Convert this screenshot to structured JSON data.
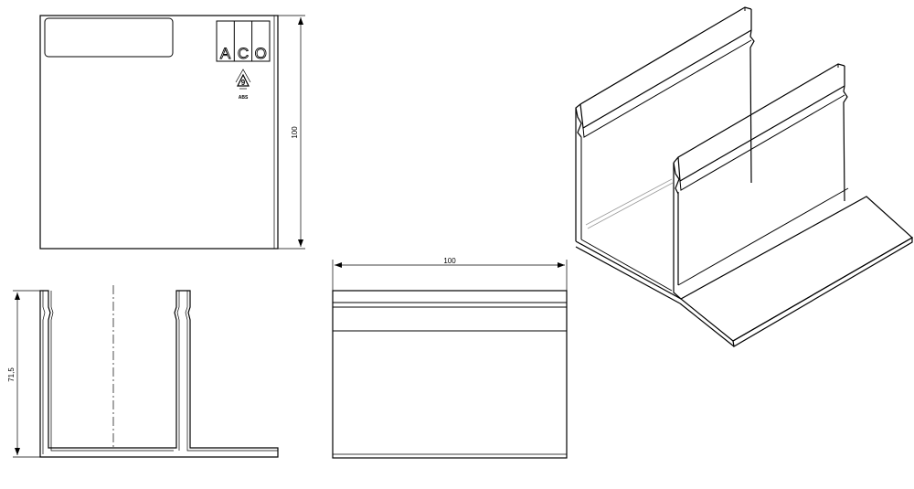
{
  "front_view": {
    "height_dim": "100",
    "logo": {
      "letters": [
        "A",
        "C",
        "O"
      ]
    },
    "recycle": {
      "code": "9",
      "material": "ABS"
    }
  },
  "section_view": {
    "height_dim": "71,5"
  },
  "side_view": {
    "width_dim": "100"
  }
}
